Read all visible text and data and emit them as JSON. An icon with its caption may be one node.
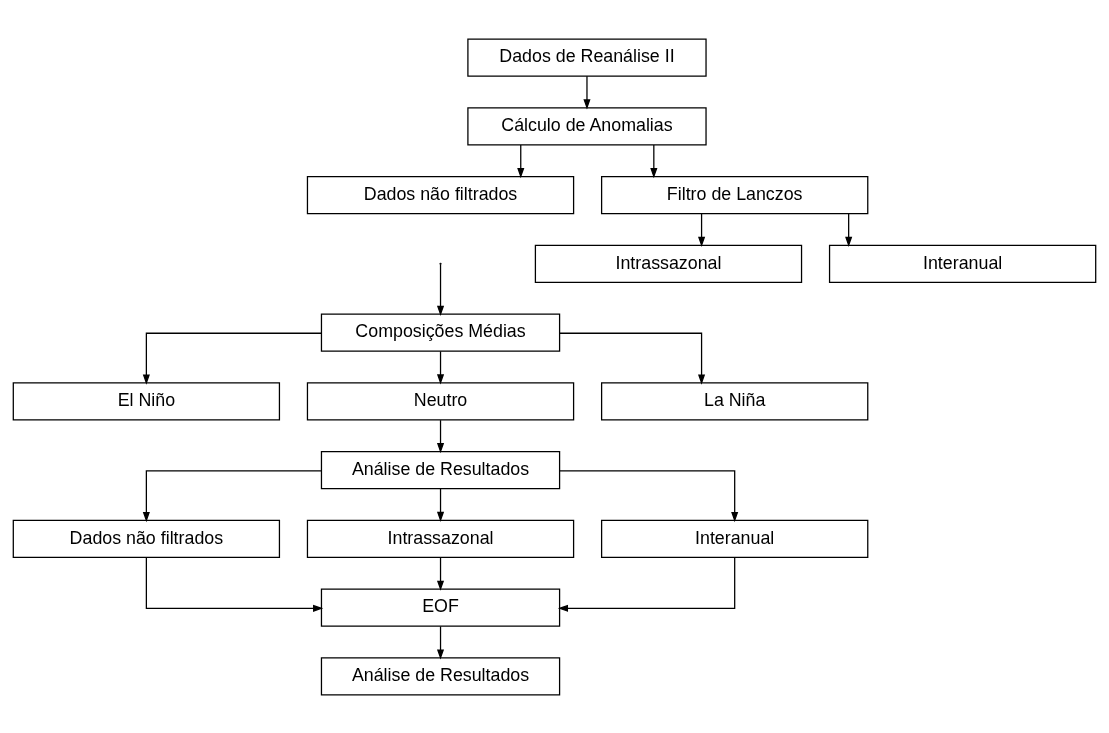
{
  "diagram": {
    "nodes": [
      {
        "text": [
          "Dados de Reanálise II"
        ]
      },
      {
        "text": [
          "Cálculo de Anomalias"
        ]
      },
      {
        "text": [
          "Dados não filtrados"
        ]
      },
      {
        "text": [
          "Filtro de Lanczos"
        ]
      },
      {
        "text": [
          "Intrassazonal"
        ]
      },
      {
        "text": [
          "Interanual"
        ]
      },
      {
        "text": [
          "Composições Médias"
        ]
      },
      {
        "text": [
          "El Niño"
        ]
      },
      {
        "text": [
          "Neutro"
        ]
      },
      {
        "text": [
          "La Niña"
        ]
      },
      {
        "text": [
          "Análise de Resultados"
        ]
      },
      {
        "text": [
          "Dados não filtrados"
        ]
      },
      {
        "text": [
          "Intrassazonal"
        ]
      },
      {
        "text": [
          "Interanual"
        ]
      },
      {
        "text": [
          "EOF"
        ]
      },
      {
        "text": [
          "Análise de Resultados"
        ]
      }
    ],
    "edges": [
      {
        "from": 0,
        "to": 1,
        "arrow": "to"
      },
      {
        "from": 1,
        "to": 2,
        "arrow": "to"
      },
      {
        "from": 1,
        "to": 3,
        "arrow": "to"
      },
      {
        "from": 3,
        "to": 4,
        "arrow": "to"
      },
      {
        "from": 3,
        "to": 5,
        "arrow": "to"
      },
      {
        "from": null,
        "to": 6,
        "arrow": "to"
      },
      {
        "from": 6,
        "to": 7,
        "arrow": "to"
      },
      {
        "from": 6,
        "to": 8,
        "arrow": "to"
      },
      {
        "from": 6,
        "to": 9,
        "arrow": "to"
      },
      {
        "from": 8,
        "to": 10,
        "arrow": "to"
      },
      {
        "from": 10,
        "to": 11,
        "arrow": "to"
      },
      {
        "from": 10,
        "to": 12,
        "arrow": "to"
      },
      {
        "from": 10,
        "to": 13,
        "arrow": "to"
      },
      {
        "from": 11,
        "to": 14,
        "arrow": "to"
      },
      {
        "from": 12,
        "to": 14,
        "arrow": "to"
      },
      {
        "from": 13,
        "to": 14,
        "arrow": "to"
      },
      {
        "from": 14,
        "to": 15,
        "arrow": "to"
      }
    ]
  }
}
